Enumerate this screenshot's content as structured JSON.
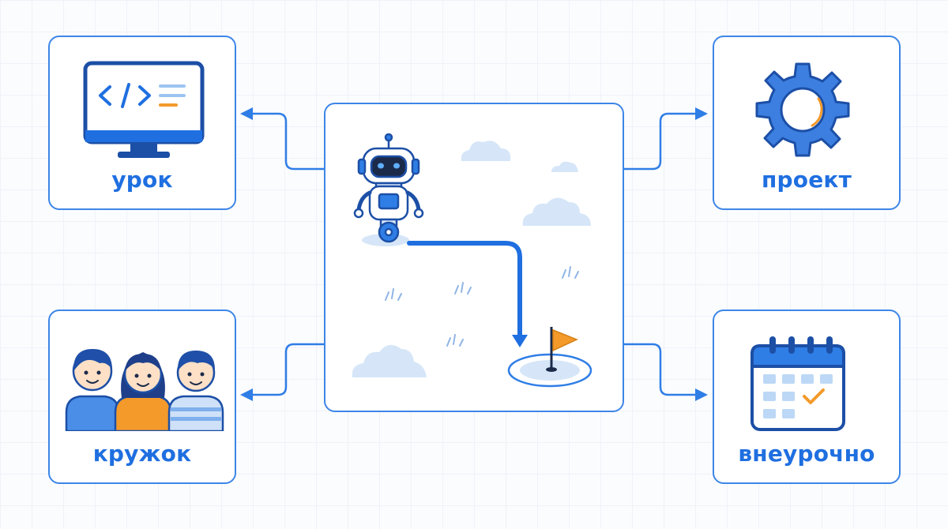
{
  "cards": {
    "lesson": {
      "label": "урок",
      "icon": "computer-code-icon"
    },
    "project": {
      "label": "проект",
      "icon": "gear-icon"
    },
    "club": {
      "label": "кружок",
      "icon": "children-group-icon"
    },
    "extracurricular": {
      "label": "внеурочно",
      "icon": "calendar-check-icon"
    }
  },
  "center": {
    "icon": "robot-path-to-flag-illustration"
  },
  "colors": {
    "primary": "#1f6fe0",
    "border": "#3d86e8",
    "accent": "#f39a2b",
    "light_blue": "#bcd8f6"
  }
}
